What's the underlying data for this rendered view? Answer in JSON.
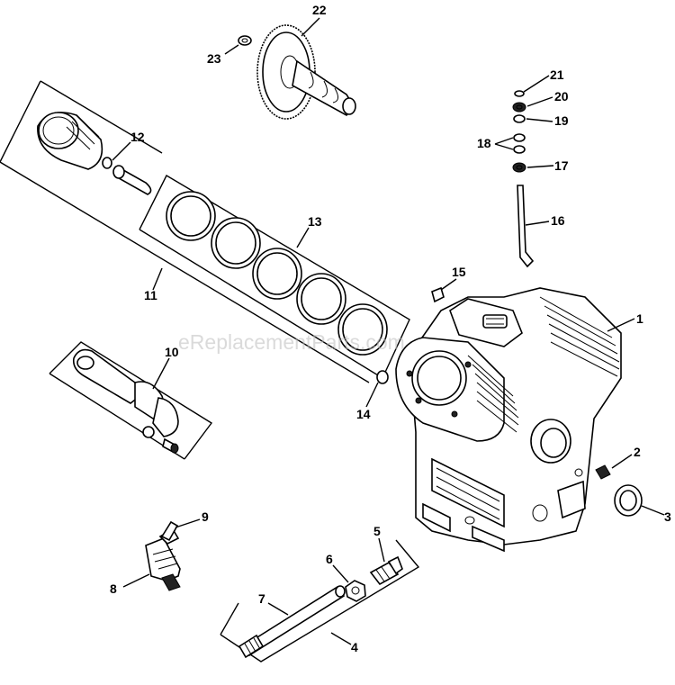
{
  "watermark": "eReplacementParts.com",
  "callouts": [
    {
      "id": "1",
      "text": "1"
    },
    {
      "id": "2",
      "text": "2"
    },
    {
      "id": "3",
      "text": "3"
    },
    {
      "id": "4",
      "text": "4"
    },
    {
      "id": "5",
      "text": "5"
    },
    {
      "id": "6",
      "text": "6"
    },
    {
      "id": "7",
      "text": "7"
    },
    {
      "id": "8",
      "text": "8"
    },
    {
      "id": "9",
      "text": "9"
    },
    {
      "id": "10",
      "text": "10"
    },
    {
      "id": "11",
      "text": "11"
    },
    {
      "id": "12",
      "text": "12"
    },
    {
      "id": "13",
      "text": "13"
    },
    {
      "id": "14",
      "text": "14"
    },
    {
      "id": "15",
      "text": "15"
    },
    {
      "id": "16",
      "text": "16"
    },
    {
      "id": "17",
      "text": "17"
    },
    {
      "id": "18",
      "text": "18"
    },
    {
      "id": "19",
      "text": "19"
    },
    {
      "id": "20",
      "text": "20"
    },
    {
      "id": "21",
      "text": "21"
    },
    {
      "id": "22",
      "text": "22"
    },
    {
      "id": "23",
      "text": "23"
    }
  ]
}
